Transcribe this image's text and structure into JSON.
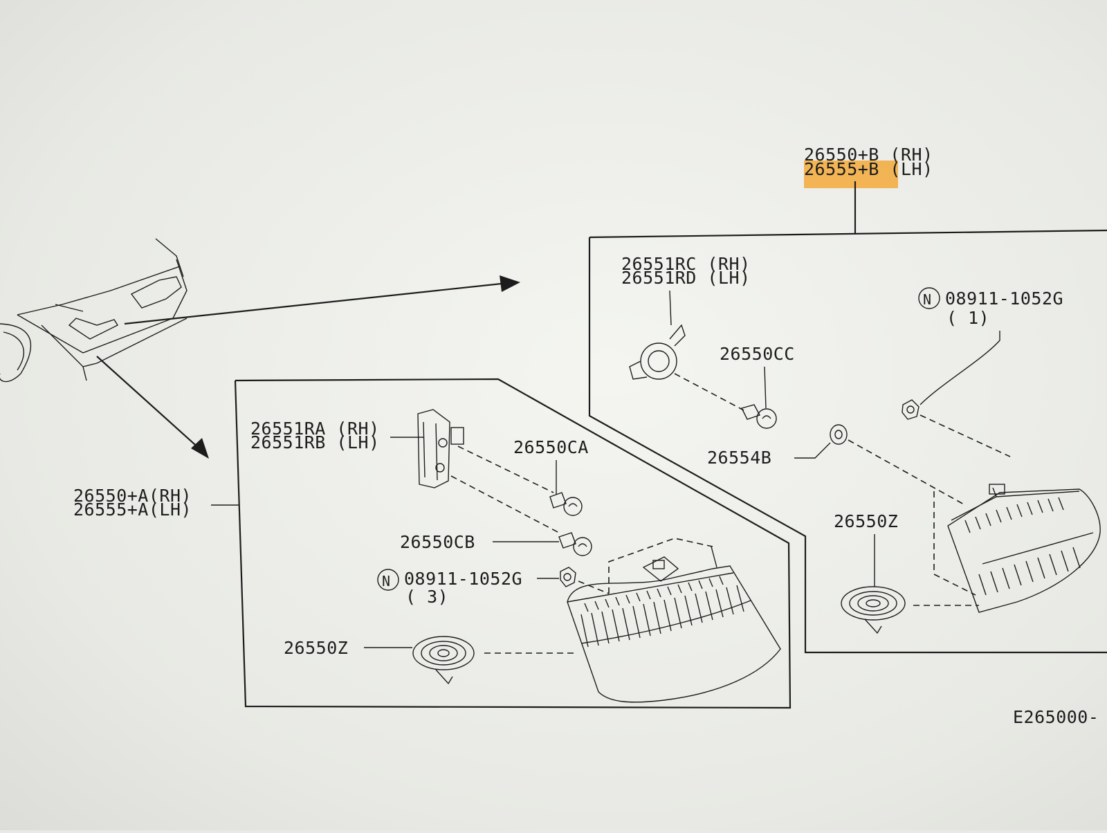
{
  "labels": {
    "assy_b_rh": "26550+B (RH)",
    "assy_b_lh": "26555+B (LH)",
    "socket_c_rh": "26551RC (RH)",
    "socket_d_lh": "26551RD (LH)",
    "nut_top": "08911-1052G",
    "nut_top_qty": "( 1)",
    "bulb_cc": "26550CC",
    "gasket_b": "26554B",
    "harness_right": "26550Z",
    "socket_a_rh": "26551RA (RH)",
    "socket_b_lh": "26551RB (LH)",
    "bulb_ca": "26550CA",
    "assy_a_rh": "26550+A(RH)",
    "assy_a_lh": "26555+A(LH)",
    "bulb_cb": "26550CB",
    "nut_bottom": "08911-1052G",
    "nut_bottom_qty": "( 3)",
    "harness_left": "26550Z",
    "figure_code": "E265000-",
    "n_symbol": "N"
  },
  "colors": {
    "line": "#1c1c1c",
    "highlight": "#f2a93b"
  }
}
